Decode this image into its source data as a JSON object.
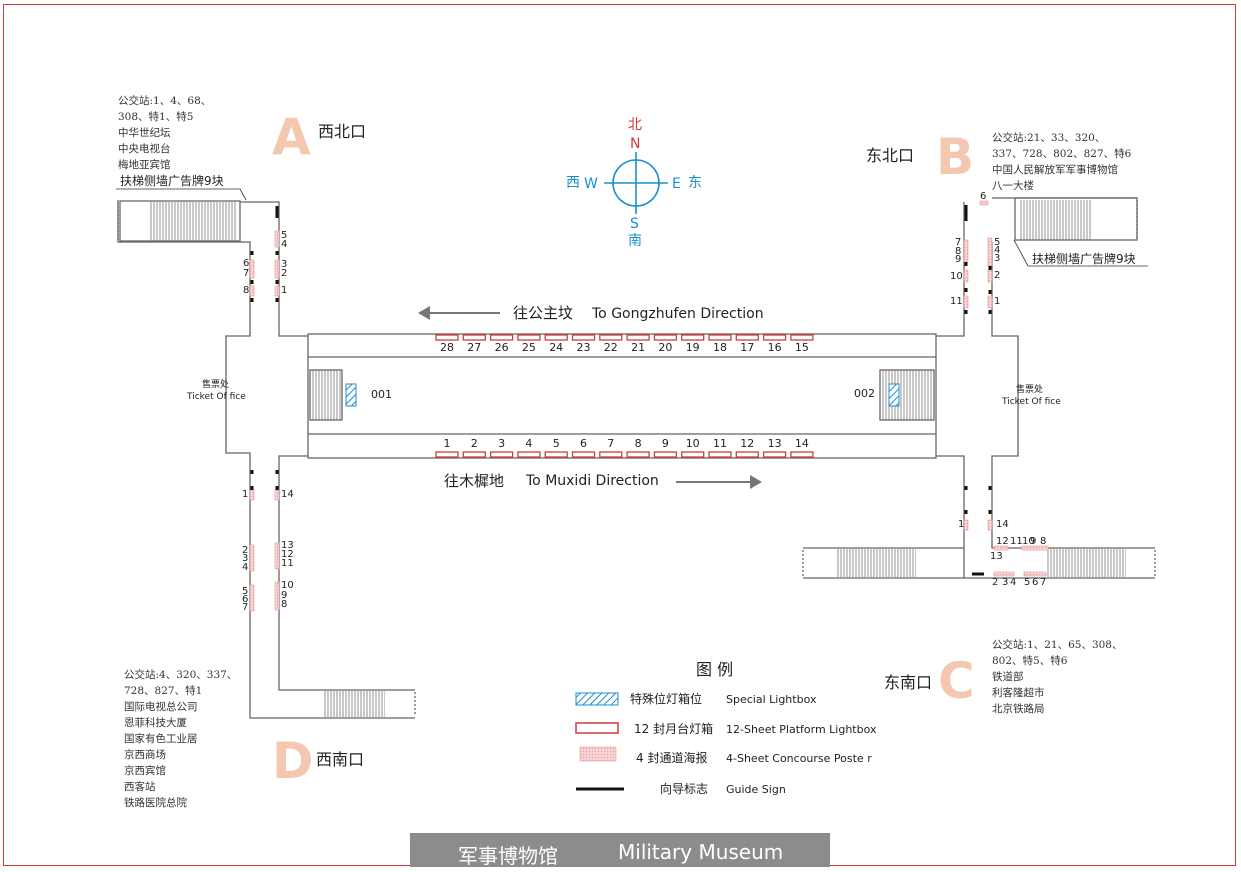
{
  "banner": {
    "cn": "军事博物馆",
    "en": "Military Museum"
  },
  "compass": {
    "north_cn": "北",
    "north": "N",
    "south": "S",
    "south_cn": "南",
    "west_cn": "西",
    "west": "W",
    "east": "E",
    "east_cn": "东"
  },
  "exits": {
    "A": {
      "letter": "A",
      "name": "西北口",
      "bus_lines": [
        "公交站:1、4、68、",
        "308、特1、特5",
        "中华世纪坛",
        "中央电视台",
        "梅地亚宾馆"
      ],
      "escalator_note": "扶梯侧墙广告牌9块"
    },
    "B": {
      "letter": "B",
      "name": "东北口",
      "bus_lines": [
        "公交站:21、33、320、",
        "337、728、802、827、特6",
        "中国人民解放军军事博物馆",
        "八一大楼"
      ],
      "escalator_note": "扶梯侧墙广告牌9块"
    },
    "C": {
      "letter": "C",
      "name": "东南口",
      "bus_lines": [
        "公交站:1、21、65、308、",
        "802、特5、特6",
        "铁道部",
        "利客隆超市",
        "北京铁路局"
      ]
    },
    "D": {
      "letter": "D",
      "name": "西南口",
      "bus_lines": [
        "公交站:4、320、337、",
        "728、827、特1",
        "国际电视总公司",
        "恩菲科技大厦",
        "国家有色工业居",
        "京西商场",
        "京西宾馆",
        "西客站",
        "铁路医院总院"
      ]
    }
  },
  "ticket_office": {
    "cn": "售票处",
    "en": "Ticket Of fice"
  },
  "directions": {
    "top": {
      "cn": "往公主坟",
      "en": "To Gongzhufen Direction"
    },
    "bottom": {
      "cn": "往木樨地",
      "en": "To Muxidi Direction"
    }
  },
  "special_lightboxes": [
    "001",
    "002"
  ],
  "platform_top_numbers": [
    "28",
    "27",
    "26",
    "25",
    "24",
    "23",
    "22",
    "21",
    "20",
    "19",
    "18",
    "17",
    "16",
    "15"
  ],
  "platform_bottom_numbers": [
    "1",
    "2",
    "3",
    "4",
    "5",
    "6",
    "7",
    "8",
    "9",
    "10",
    "11",
    "12",
    "13",
    "14"
  ],
  "poster_numbers": {
    "A_left": [
      "6",
      "7",
      "8"
    ],
    "A_right": [
      "5",
      "4",
      "3",
      "2",
      "1"
    ],
    "B_top": "6",
    "B_left": [
      "7",
      "8",
      "9",
      "10",
      "11"
    ],
    "B_right": [
      "5",
      "4",
      "3",
      "2",
      "1"
    ],
    "D_left": [
      "1",
      "2",
      "3",
      "4",
      "5",
      "6",
      "7"
    ],
    "D_right": [
      "14",
      "13",
      "12",
      "11",
      "10",
      "9",
      "8"
    ],
    "C_left": [
      "1",
      "13"
    ],
    "C_right": [
      "14"
    ],
    "C_top": [
      "12",
      "11",
      "10",
      "9",
      "8"
    ],
    "C_bottom": [
      "2",
      "3",
      "4",
      "5",
      "6",
      "7"
    ]
  },
  "legend": {
    "title": "图  例",
    "items": [
      {
        "cn": "特殊位灯箱位",
        "en": "Special Lightbox"
      },
      {
        "cn": "12 封月台灯箱",
        "en": "12-Sheet Platform Lightbox"
      },
      {
        "cn": "4 封通道海报",
        "en": "4-Sheet  Concourse Poste     r"
      },
      {
        "cn": "向导标志",
        "en": "Guide Sign"
      }
    ]
  },
  "colors": {
    "frame": "#d23a3a",
    "compass": "#1a8fd0",
    "north": "#d23a3a",
    "exit_letter": "#f4c8b0",
    "platform_box": "#d23a3a",
    "poster": "#f0b9b9",
    "banner": "#8c8c8c",
    "special": "#1a8fd0"
  }
}
